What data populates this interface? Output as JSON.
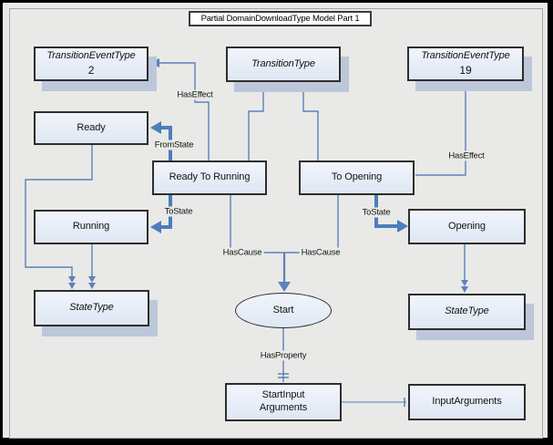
{
  "frame": {
    "title": "Partial DomainDownloadType Model Part 1"
  },
  "colors": {
    "background": "#e9e9e7",
    "box_fill": "#e7edf8",
    "box_border": "#2e2e2e",
    "type_box_shadow": "#bcc7da",
    "line_blue": "#5b82bb",
    "thick_arrow_blue": "#4a7ebd",
    "outer_frame": "#000000",
    "inner_frame_line": "#a6a6a6"
  },
  "nodes": {
    "transition_event_type_2": {
      "title": "TransitionEventType",
      "value": "2"
    },
    "transition_type": {
      "title": "TransitionType"
    },
    "transition_event_type_19": {
      "title": "TransitionEventType",
      "value": "19"
    },
    "ready": {
      "label": "Ready"
    },
    "ready_to_running": {
      "label": "Ready To Running"
    },
    "to_opening": {
      "label": "To Opening"
    },
    "running": {
      "label": "Running"
    },
    "opening": {
      "label": "Opening"
    },
    "state_type_left": {
      "title": "StateType"
    },
    "state_type_right": {
      "title": "StateType"
    },
    "start": {
      "label": "Start"
    },
    "start_input_arguments": {
      "line1": "StartInput",
      "line2": "Arguments"
    },
    "input_arguments": {
      "label": "InputArguments"
    }
  },
  "edge_labels": {
    "has_effect_left": "HasEffect",
    "has_effect_right": "HasEffect",
    "from_state": "FromState",
    "to_state_left": "ToState",
    "to_state_right": "ToState",
    "has_cause_left": "HasCause",
    "has_cause_right": "HasCause",
    "has_property": "HasProperty"
  }
}
